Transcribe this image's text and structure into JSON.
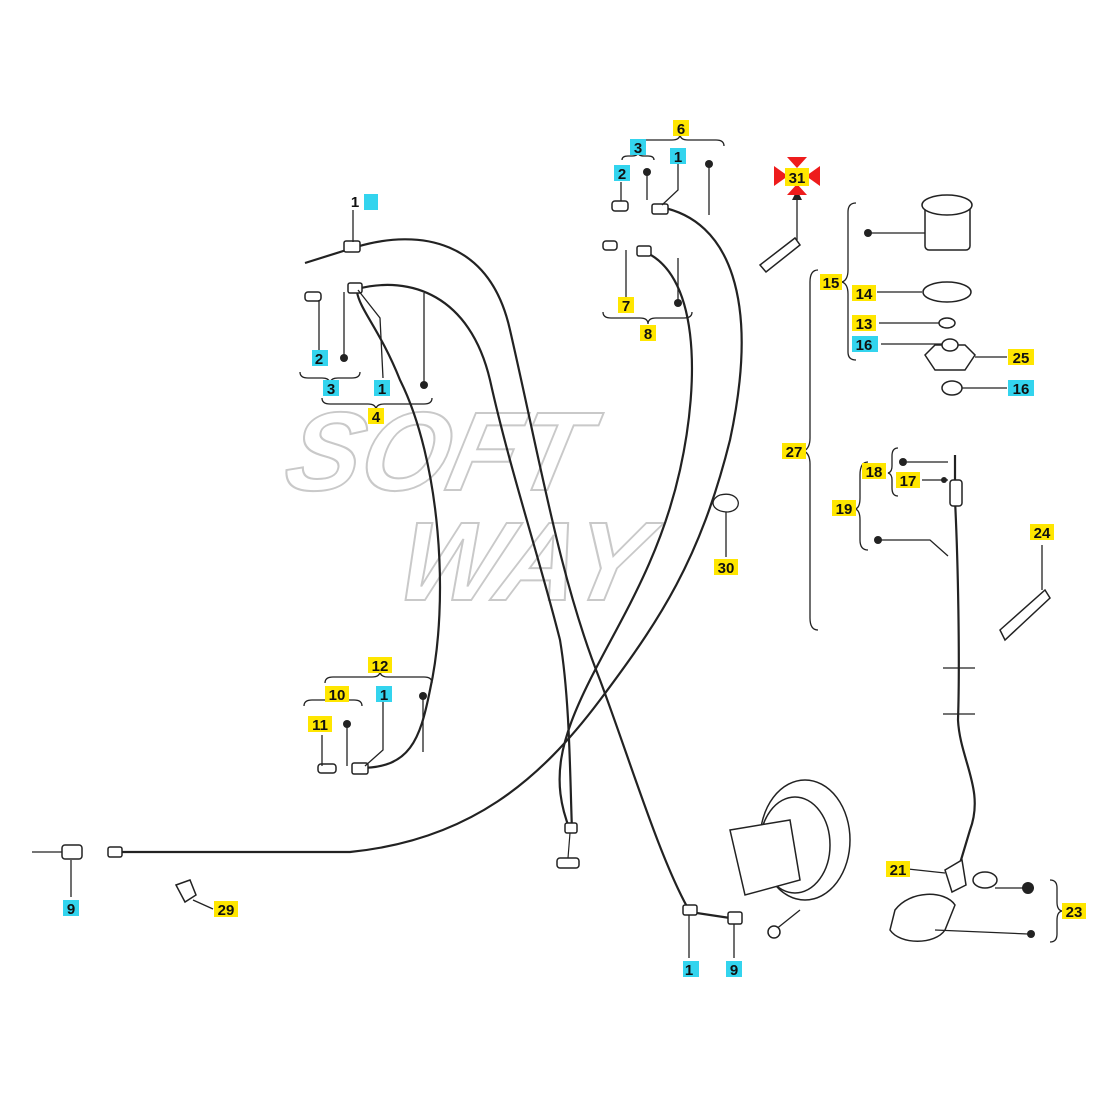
{
  "watermark": {
    "line1": "SOFT",
    "line2": "WAY"
  },
  "colors": {
    "yellow": "#ffe600",
    "cyan": "#33d4ee",
    "red": "#ee1c1c"
  },
  "labels": {
    "l1a": "1",
    "l2a": "2",
    "l3a": "3",
    "l1b": "1",
    "l4": "4",
    "l6": "6",
    "l3b": "3",
    "l1c": "1",
    "l2b": "2",
    "l7": "7",
    "l8": "8",
    "l31": "31",
    "l15": "15",
    "l14": "14",
    "l13": "13",
    "l16a": "16",
    "l25": "25",
    "l16b": "16",
    "l27": "27",
    "l18": "18",
    "l17": "17",
    "l19": "19",
    "l30": "30",
    "l24": "24",
    "l12": "12",
    "l10": "10",
    "l1d": "1",
    "l11": "11",
    "l9a": "9",
    "l29": "29",
    "l1e": "1",
    "l9b": "9",
    "l21": "21",
    "l23": "23"
  }
}
